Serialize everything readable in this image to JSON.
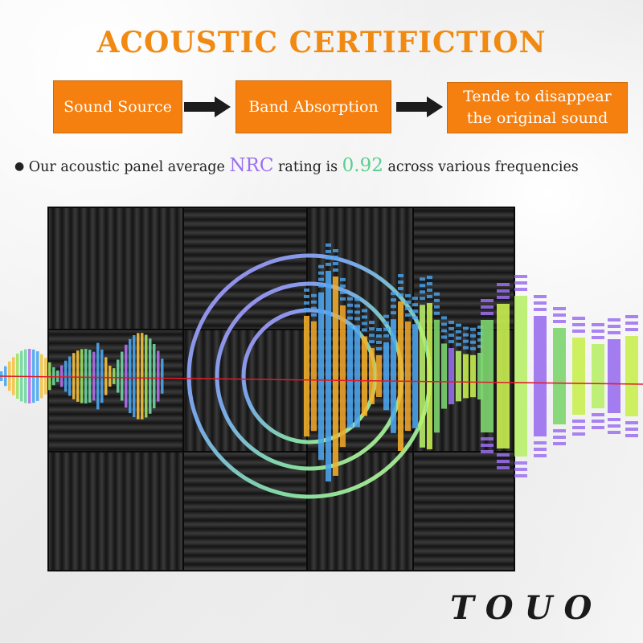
{
  "title": "ACOUSTIC CERTIFICTION",
  "flow": {
    "step1": "Sound Source",
    "step2": "Band Absorption",
    "step3_line1": "Tende to disappear",
    "step3_line2": "the original sound"
  },
  "claim": {
    "prefix": "Our acoustic panel average",
    "nrc_label": "NRC",
    "middle": "rating is",
    "nrc_value": "0.92",
    "suffix": "across various frequencies"
  },
  "brand": "TOUO",
  "colors": {
    "accent_orange": "#f57f0f",
    "title_orange": "#f08a12",
    "nrc_purple": "#9a6ff0",
    "value_green": "#59cf8f"
  }
}
